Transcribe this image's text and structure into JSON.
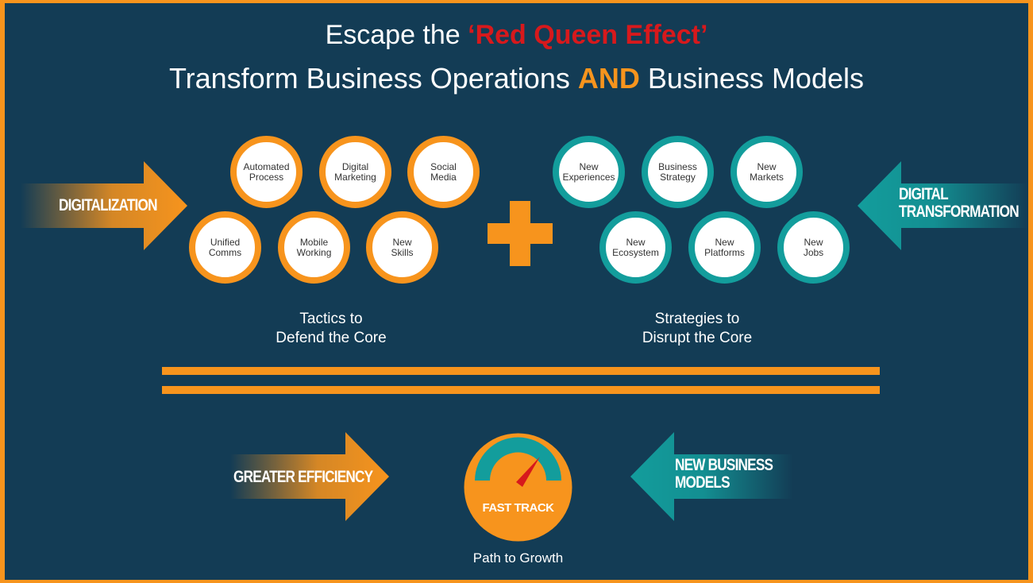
{
  "title": {
    "line1_prefix": "Escape the ",
    "line1_highlight": "‘Red Queen Effect’",
    "line2_prefix": "Transform Business Operations ",
    "line2_highlight": "AND",
    "line2_suffix": " Business Models"
  },
  "arrows": {
    "digitalization": "DIGITALIZATION",
    "digital_transformation_line1": "DIGITAL",
    "digital_transformation_line2": "TRANSFORMATION",
    "greater_efficiency": "GREATER EFFICIENCY",
    "new_business_models_line1": "NEW BUSINESS",
    "new_business_models_line2": "MODELS"
  },
  "tactics": {
    "items": [
      {
        "l1": "Automated",
        "l2": "Process"
      },
      {
        "l1": "Digital",
        "l2": "Marketing"
      },
      {
        "l1": "Social",
        "l2": "Media"
      },
      {
        "l1": "Unified",
        "l2": "Comms"
      },
      {
        "l1": "Mobile",
        "l2": "Working"
      },
      {
        "l1": "New",
        "l2": "Skills"
      }
    ],
    "caption_line1": "Tactics to",
    "caption_line2": "Defend the Core"
  },
  "strategies": {
    "items": [
      {
        "l1": "New",
        "l2": "Experiences"
      },
      {
        "l1": "Business",
        "l2": "Strategy"
      },
      {
        "l1": "New",
        "l2": "Markets"
      },
      {
        "l1": "New",
        "l2": "Ecosystem"
      },
      {
        "l1": "New",
        "l2": "Platforms"
      },
      {
        "l1": "New",
        "l2": "Jobs"
      }
    ],
    "caption_line1": "Strategies to",
    "caption_line2": "Disrupt the Core"
  },
  "gauge": {
    "label": "FAST TRACK",
    "caption": "Path to Growth"
  },
  "colors": {
    "background": "#133c55",
    "border": "#f7941d",
    "orange": "#f7941d",
    "teal": "#139d9c",
    "red": "#d7191c"
  }
}
